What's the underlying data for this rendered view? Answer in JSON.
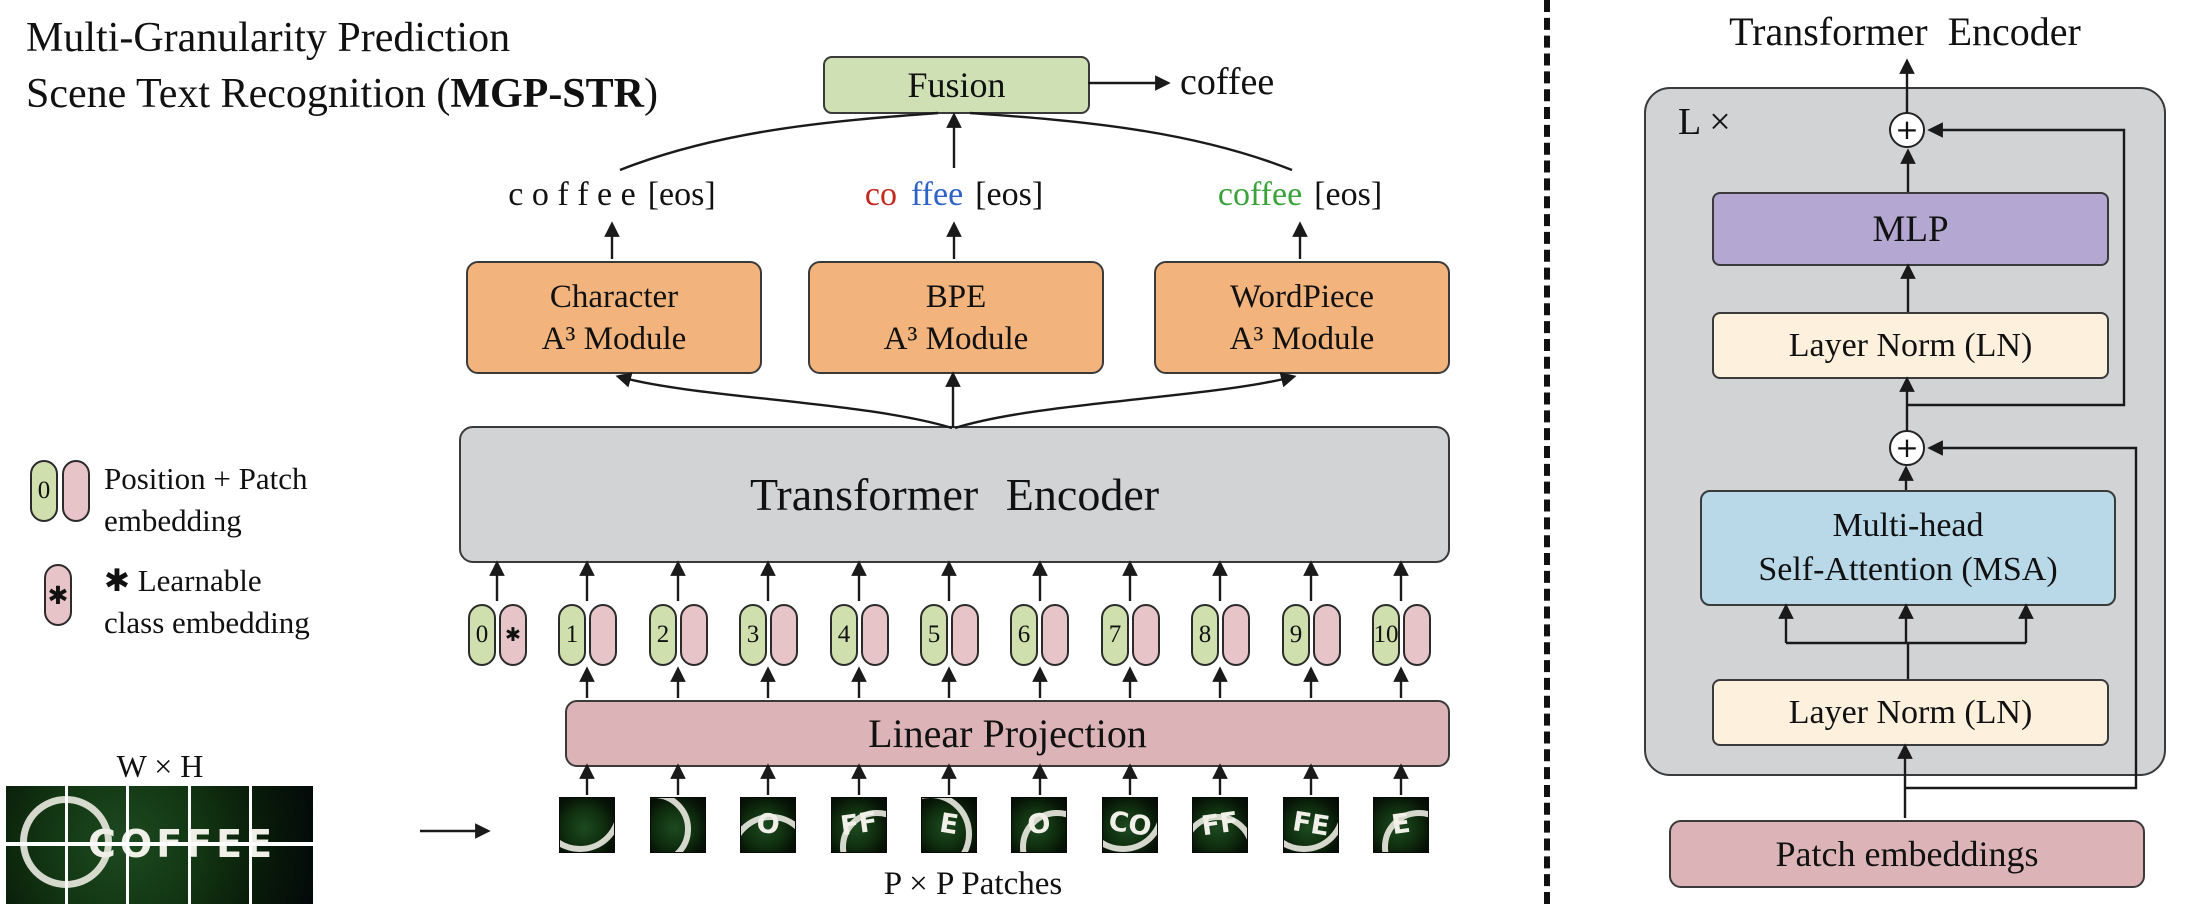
{
  "header": {
    "title_line1": "Multi-Granularity Prediction",
    "title_line2_pre": "Scene Text Recognition (",
    "title_line2_bold": "MGP-STR",
    "title_line2_post": ")"
  },
  "left_diagram": {
    "fusion_label": "Fusion",
    "final_prediction": "coffee",
    "predictions": {
      "character": {
        "text": "c o f f e e",
        "eos": "[eos]"
      },
      "bpe": {
        "token1": "co",
        "token2": "ffee",
        "eos": "[eos]"
      },
      "wordpiece": {
        "token": "coffee",
        "eos": "[eos]"
      }
    },
    "modules": {
      "character": {
        "line1": "Character",
        "line2": "A³ Module"
      },
      "bpe": {
        "line1": "BPE",
        "line2": "A³ Module"
      },
      "wordpiece": {
        "line1": "WordPiece",
        "line2": "A³ Module"
      }
    },
    "encoder_label": "Transformer Encoder",
    "linear_projection_label": "Linear Projection",
    "tokens": [
      {
        "number": "0",
        "patch": "✱"
      },
      {
        "number": "1",
        "patch": ""
      },
      {
        "number": "2",
        "patch": ""
      },
      {
        "number": "3",
        "patch": ""
      },
      {
        "number": "4",
        "patch": ""
      },
      {
        "number": "5",
        "patch": ""
      },
      {
        "number": "6",
        "patch": ""
      },
      {
        "number": "7",
        "patch": ""
      },
      {
        "number": "8",
        "patch": ""
      },
      {
        "number": "9",
        "patch": ""
      },
      {
        "number": "10",
        "patch": ""
      }
    ],
    "patch_letters": [
      "",
      "",
      "O",
      "FF",
      "E",
      "O",
      "CO",
      "FF",
      "FE",
      "E"
    ],
    "patches_label": "P × P Patches",
    "image_size_label": "W × H",
    "image_logo_text": "COFFEE",
    "legend": {
      "item1": {
        "pill_number": "0",
        "line1": "Position + Patch",
        "line2": "embedding"
      },
      "item2": {
        "pill_symbol": "✱",
        "line1": "✱ Learnable",
        "line2": "class embedding"
      }
    }
  },
  "right_diagram": {
    "title": "Transformer Encoder",
    "loop_label": "L ×",
    "plus": "+",
    "mlp_label": "MLP",
    "layer_norm_upper_label": "Layer Norm (LN)",
    "msa_line1": "Multi-head",
    "msa_line2": "Self-Attention (MSA)",
    "layer_norm_lower_label": "Layer Norm (LN)",
    "patch_embeddings_label": "Patch embeddings"
  },
  "colors": {
    "fusion_green": "#cfe1b4",
    "module_orange": "#f2b47c",
    "encoder_gray": "#d2d3d5",
    "projection_pink": "#dcb4b8",
    "pill_green": "#cfe0ae",
    "pill_pink": "#e6c4c8",
    "mlp_purple": "#b4a8d3",
    "layernorm_cream": "#fdf0dd",
    "msa_blue": "#b9d9e8",
    "bpe_red": "#c4281e",
    "bpe_blue": "#2e62c8",
    "wordpiece_green": "#3aa23a"
  }
}
